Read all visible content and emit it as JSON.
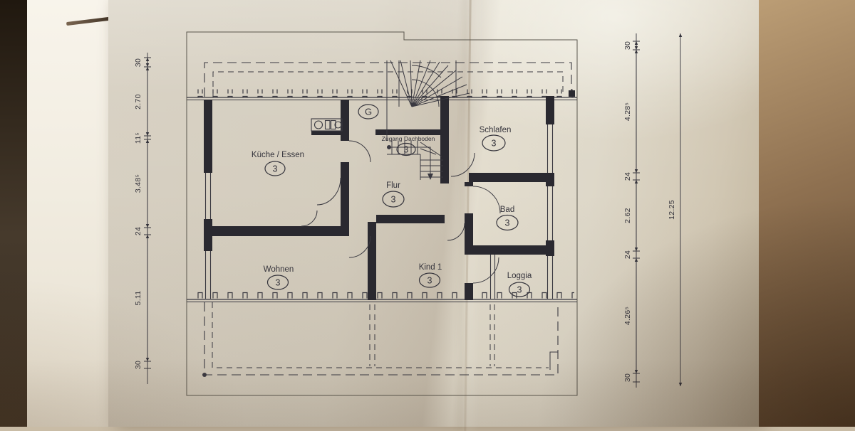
{
  "document": {
    "type_note": "hand-drafted floor plan on folded paper (photograph)"
  },
  "plan": {
    "rooms": [
      {
        "label": "Küche / Essen",
        "number": "3"
      },
      {
        "label": "Schlafen",
        "number": "3"
      },
      {
        "label": "Flur",
        "number": "3"
      },
      {
        "label": "Bad",
        "number": "3"
      },
      {
        "label": "Wohnen",
        "number": "3"
      },
      {
        "label": "Kind 1",
        "number": "3"
      },
      {
        "label": "Loggia",
        "number": "3"
      }
    ],
    "stair": {
      "label": "Zugang Dachboden",
      "number": "3"
    },
    "gallery": "G"
  },
  "dimensions": {
    "left": [
      "30",
      "2.70",
      "11⁵",
      "3.48⁵",
      "24",
      "5.11",
      "30"
    ],
    "right": [
      "30",
      "4.28⁵",
      "24",
      "2.62",
      "24",
      "4.26⁵",
      "30"
    ],
    "total": "12.25"
  },
  "colors": {
    "paper": "#d7d0c2",
    "ink": "#3a3941",
    "wall_fill": "#2a2930"
  }
}
